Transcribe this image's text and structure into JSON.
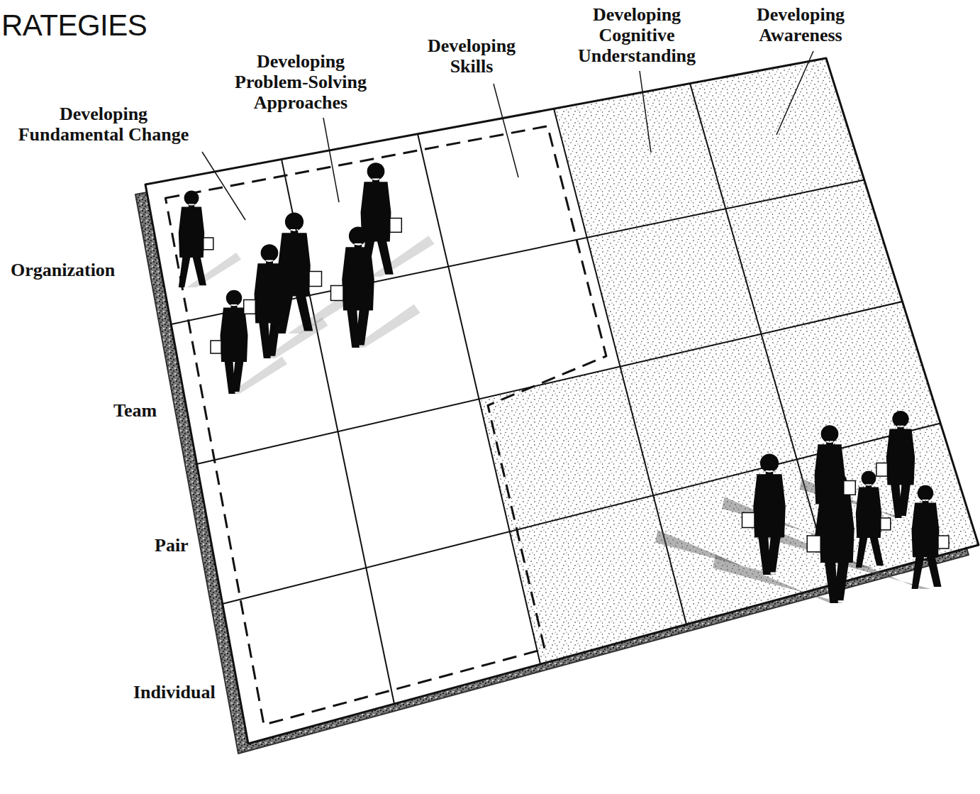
{
  "diagram": {
    "title": "RATEGIES",
    "labels": [
      "Developing Fundamental Change",
      "Developing Problem-Solving Approaches",
      "Developing Skills",
      "Developing Cognitive Understanding",
      "Developing Awareness",
      "Organization",
      "Team",
      "Pair",
      "Individual"
    ]
  }
}
